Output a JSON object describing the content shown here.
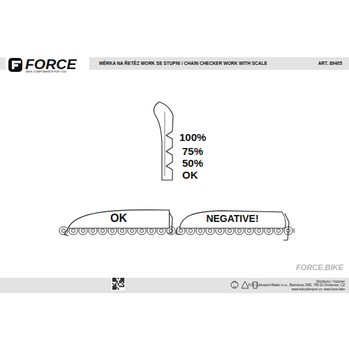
{
  "diagram": {
    "nodes": [
      {
        "text": [
          "MĚRKA NA ŘETĚZ WORK SE STUPNI / CHAIN CHECKER WORK WITH SCALE",
          "ART. 89405"
        ]
      },
      {
        "text": [
          "OK"
        ]
      },
      {
        "text": [
          "NEGATIVE!"
        ]
      },
      {
        "text": [
          "Distributor / Importer",
          "KCK Cyklosport-Mader s.r.o., Bartošova 1582, 765 02 Otrokovice, CZ",
          "www.kckcyklosport.cz, www.force.bike"
        ]
      }
    ],
    "labels": [
      "FORCE",
      "BIKE COMPONENTS FOR YOU",
      "100%",
      "75%",
      "50%",
      "OK",
      "FORCE.BIKE"
    ]
  }
}
